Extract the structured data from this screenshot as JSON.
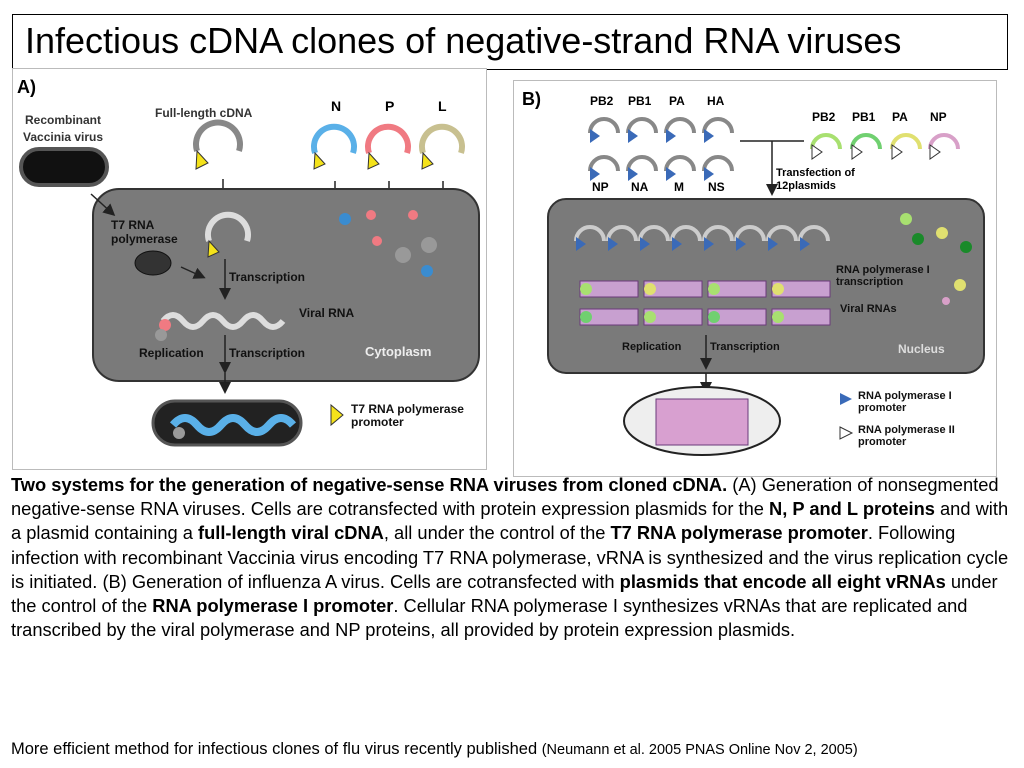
{
  "title": "Infectious cDNA clones of negative-strand RNA viruses",
  "panel_a": {
    "label": "A)",
    "recombinant_vaccinia": [
      "Recombinant",
      "Vaccinia virus"
    ],
    "full_length_cdna": "Full-length cDNA",
    "plasmid_labels": [
      "N",
      "P",
      "L"
    ],
    "t7_rna_polymerase": [
      "T7 RNA",
      "polymerase"
    ],
    "transcription": "Transcription",
    "viral_rna": "Viral RNA",
    "replication": "Replication",
    "transcription2": "Transcription",
    "cytoplasm": "Cytoplasm",
    "legend_t7_promoter": [
      "T7 RNA polymerase",
      "promoter"
    ],
    "colors": {
      "cell": "#7a7a7a",
      "n_plasmid": "#5ab0e8",
      "p_plasmid": "#f07a82",
      "l_plasmid": "#c8c090",
      "promoter": "#f4e21a"
    }
  },
  "panel_b": {
    "label": "B)",
    "top_plasmids_row1": [
      "PB2",
      "PB1",
      "PA",
      "HA"
    ],
    "top_plasmids_row2": [
      "NP",
      "NA",
      "M",
      "NS"
    ],
    "protein_plasmids": [
      "PB2",
      "PB1",
      "PA",
      "NP"
    ],
    "transfection": [
      "Transfection of",
      "12plasmids"
    ],
    "pol1_transcription": [
      "RNA polymerase I",
      "transcription"
    ],
    "viral_rnas": "Viral RNAs",
    "replication": "Replication",
    "transcription": "Transcription",
    "nucleus": "Nucleus",
    "legend_pol1": [
      "RNA polymerase I",
      "promoter"
    ],
    "legend_pol2": [
      "RNA polymerase II",
      "promoter"
    ],
    "colors": {
      "nucleus": "#7a7a7a",
      "pb2": "#a8e070",
      "pb1": "#70d070",
      "pa": "#e0e070",
      "np": "#d8a0c8",
      "pol1": "#3a6ab8"
    }
  },
  "caption": {
    "bold_lead": "Two systems for the generation of negative-sense RNA viruses from cloned cDNA.",
    "t1": " (A) Generation of nonsegmented negative-sense RNA viruses. Cells are cotransfected with protein expression plasmids for the ",
    "b1": "N, P and L proteins",
    "t2": " and with a plasmid containing a ",
    "b2": "full-length viral cDNA",
    "t3": ", all under the control of the ",
    "b3": "T7 RNA polymerase promoter",
    "t4": ". Following infection with recombinant Vaccinia virus encoding T7 RNA polymerase, vRNA is synthesized and the virus replication cycle is initiated. (B) Generation of influenza A virus. Cells are cotransfected with ",
    "b4": "plasmids that encode all eight vRNAs",
    "t5": " under the control of the ",
    "b5": "RNA polymerase I promoter",
    "t6": ". Cellular RNA polymerase I synthesizes vRNAs that are replicated and transcribed by the viral polymerase and NP proteins, all provided by protein expression plasmids."
  },
  "footer": {
    "main": "More efficient method for infectious clones of flu virus recently published ",
    "ref": "(Neumann et al. 2005 PNAS Online Nov 2, 2005)"
  }
}
